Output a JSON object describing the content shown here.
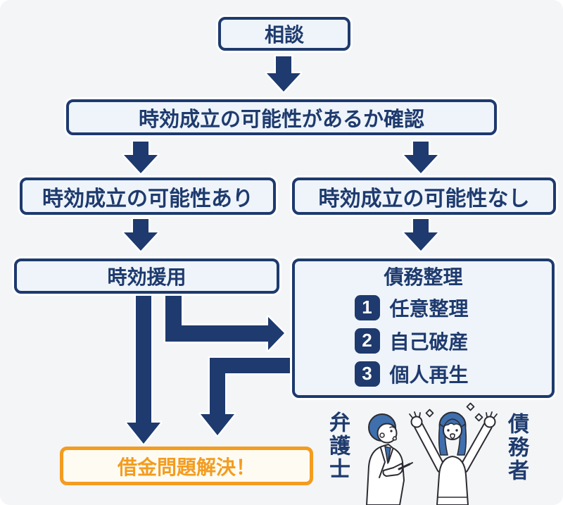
{
  "palette": {
    "navy": "#1e3a6e",
    "background": "#f3f5f7",
    "box_fill": "#eef4f9",
    "orange": "#f39c1f",
    "orange_box_fill": "#fdfbf2",
    "hair_blue": "#3f6fad",
    "illustration_outline": "#2b2b33"
  },
  "flowchart": {
    "consult": "相談",
    "check": "時効成立の可能性があるか確認",
    "possible_yes": "時効成立の可能性あり",
    "possible_no": "時効成立の可能性なし",
    "prescription_invoke": "時効援用",
    "debt_workout": {
      "title": "債務整理",
      "items": [
        {
          "num": "1",
          "label": "任意整理"
        },
        {
          "num": "2",
          "label": "自己破産"
        },
        {
          "num": "3",
          "label": "個人再生"
        }
      ]
    },
    "result": "借金問題解決！"
  },
  "figures": {
    "lawyer_label": "弁護士",
    "debtor_label": "債務者"
  }
}
